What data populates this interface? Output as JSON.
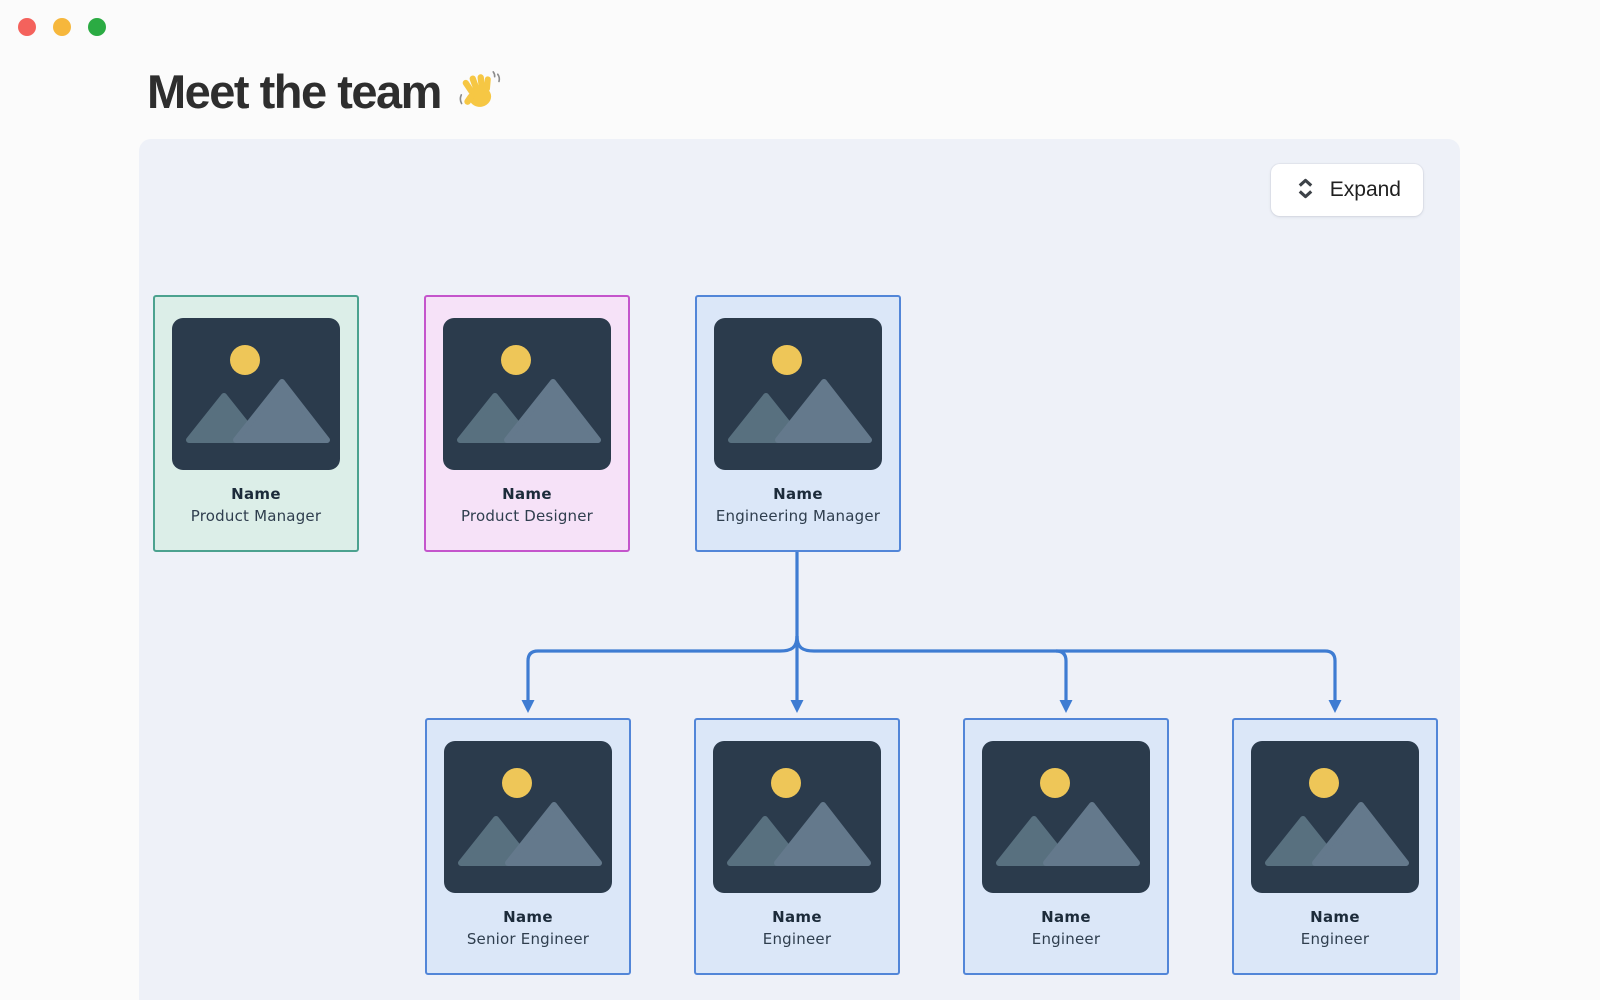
{
  "window": {
    "controls": [
      {
        "id": "close",
        "color_key": "traffic_red"
      },
      {
        "id": "minimize",
        "color_key": "traffic_yellow"
      },
      {
        "id": "zoom",
        "color_key": "traffic_green"
      }
    ]
  },
  "header": {
    "title": "Meet the team",
    "title_icon": "waving-hand-icon"
  },
  "panel": {
    "expand_button": {
      "label": "Expand",
      "icon": "unfold-vertical-icon"
    }
  },
  "org_chart": {
    "top_row": [
      {
        "name": "Name",
        "role": "Product Manager",
        "theme": "teal"
      },
      {
        "name": "Name",
        "role": "Product Designer",
        "theme": "pink"
      },
      {
        "name": "Name",
        "role": "Engineering Manager",
        "theme": "blue"
      }
    ],
    "bottom_row": [
      {
        "name": "Name",
        "role": "Senior Engineer",
        "theme": "blue"
      },
      {
        "name": "Name",
        "role": "Engineer",
        "theme": "blue"
      },
      {
        "name": "Name",
        "role": "Engineer",
        "theme": "blue"
      },
      {
        "name": "Name",
        "role": "Engineer",
        "theme": "blue"
      }
    ],
    "relationships": "Engineering Manager manages Senior Engineer and three Engineers"
  },
  "colors": {
    "page_bg": "#fbfbfb",
    "panel_bg": "#eef1f8",
    "title_color": "#2e2e2e",
    "button_text": "#1f1f1f",
    "connector_blue": "#3e7cd2",
    "teal_bg": "#dceee8",
    "teal_border": "#4ca28f",
    "pink_bg": "#f6e2f8",
    "pink_border": "#c455cc",
    "blue_bg": "#dbe7f8",
    "blue_border": "#5286d8",
    "photo_bg": "#2b3b4c",
    "sun_yellow": "#eec658",
    "mountain_left": "#58707f",
    "mountain_right": "#64798c",
    "text_name": "#1c2b3a",
    "text_role": "#2f3e4e",
    "traffic_red": "#f4625c",
    "traffic_yellow": "#f6b73c",
    "traffic_green": "#2bab43"
  }
}
